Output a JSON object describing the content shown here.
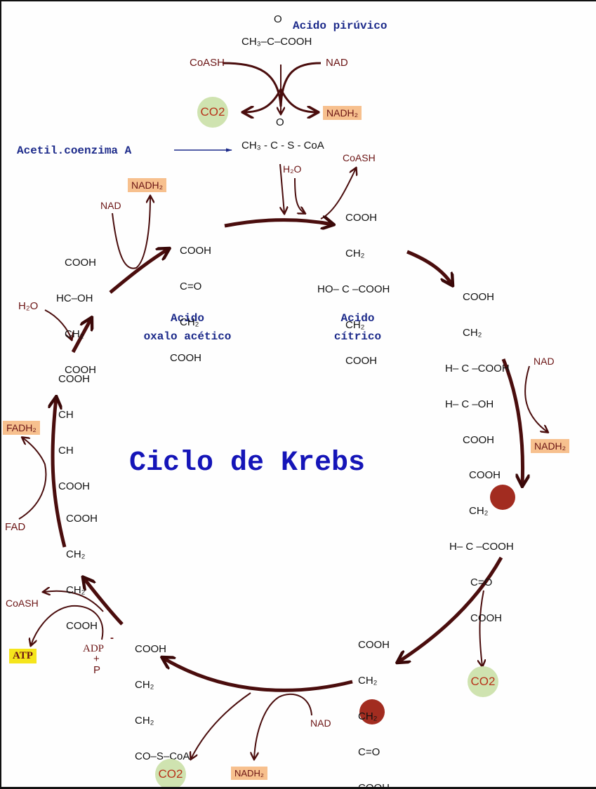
{
  "title": "Ciclo de Krebs",
  "names": {
    "pyruvic": "Acido pirúvico",
    "acetyl_coa": "Acetil.coenzima A",
    "oxaloacetic_1": "Acido",
    "oxaloacetic_2": "oxalo acético",
    "citric_1": "Acido",
    "citric_2": "cítrico"
  },
  "pyruvate": {
    "o": "O",
    "formula": "CH₃–C–COOH"
  },
  "acetyl": {
    "o": "O",
    "formula": "CH₃ - C - S - CoA"
  },
  "citrate": [
    "COOH",
    "CH₂",
    "HO– C –COOH",
    "CH₂",
    "COOH"
  ],
  "isocitrate": [
    "COOH",
    "CH₂",
    "H– C –COOH",
    "H– C –OH",
    "COOH"
  ],
  "oxalosuccinate": [
    "COOH",
    "CH₂",
    "H– C –COOH",
    "C=O",
    "COOH"
  ],
  "alpha_ketoglutarate": [
    "COOH",
    "CH₂",
    "CH₂",
    "C=O",
    "COOH"
  ],
  "succinyl_coa": [
    "COOH",
    "CH₂",
    "CH₂",
    "CO–S–CoA"
  ],
  "succinate": [
    "COOH",
    "CH₂",
    "CH₂",
    "COOH"
  ],
  "fumarate": [
    "COOH",
    "CH",
    "CH",
    "COOH"
  ],
  "malate": [
    "COOH",
    "HC–OH",
    "CH₂",
    "COOH"
  ],
  "oxaloacetate": [
    "COOH",
    "C=O",
    "CH₂",
    "COOH"
  ],
  "cofactors": {
    "coash": "CoASH",
    "nad": "NAD",
    "nadh2": "NADH₂",
    "co2": "CO2",
    "h2o": "H₂O",
    "fad": "FAD",
    "fadh2": "FADH₂",
    "adp": "ADP",
    "plus": "+",
    "p": "P",
    "minus": "-",
    "atp": "ATP"
  },
  "colors": {
    "arrow": "#4a0d0d",
    "label_red": "#6b1414",
    "name_blue": "#1c2a8a",
    "title_blue": "#1515b8",
    "nadh_bg": "#f7c08e",
    "co2_bg": "#cfe3b0",
    "atp_bg": "#f5e51c"
  }
}
